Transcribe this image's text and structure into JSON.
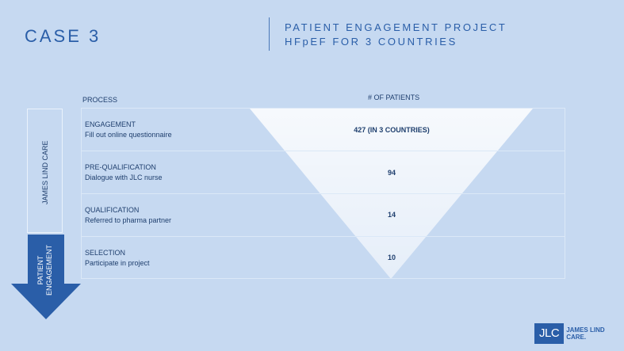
{
  "header": {
    "case_title": "CASE 3",
    "project_line1": "PATIENT ENGAGEMENT PROJECT",
    "project_line2": "HFpEF FOR 3 COUNTRIES"
  },
  "table": {
    "col_process": "PROCESS",
    "col_patients": "# OF PATIENTS",
    "rows": [
      {
        "stage": "ENGAGEMENT",
        "desc": "Fill out online questionnaire",
        "patients": "427 (IN 3 COUNTRIES)"
      },
      {
        "stage": "PRE-QUALIFICATION",
        "desc": "Dialogue with JLC nurse",
        "patients": "94"
      },
      {
        "stage": "QUALIFICATION",
        "desc": "Referred to pharma partner",
        "patients": "14"
      },
      {
        "stage": "SELECTION",
        "desc": "Participate in project",
        "patients": "10"
      }
    ]
  },
  "sidebar": {
    "jlc_label": "JAMES LIND CARE",
    "pe_line1": "PATIENT",
    "pe_line2": "ENGAGEMENT"
  },
  "logo": {
    "mark": "JLC",
    "line1": "JAMES LIND",
    "line2": "CARE."
  },
  "colors": {
    "background": "#c6d9f1",
    "accent": "#2a5ea8",
    "funnel": "#ffffff"
  }
}
